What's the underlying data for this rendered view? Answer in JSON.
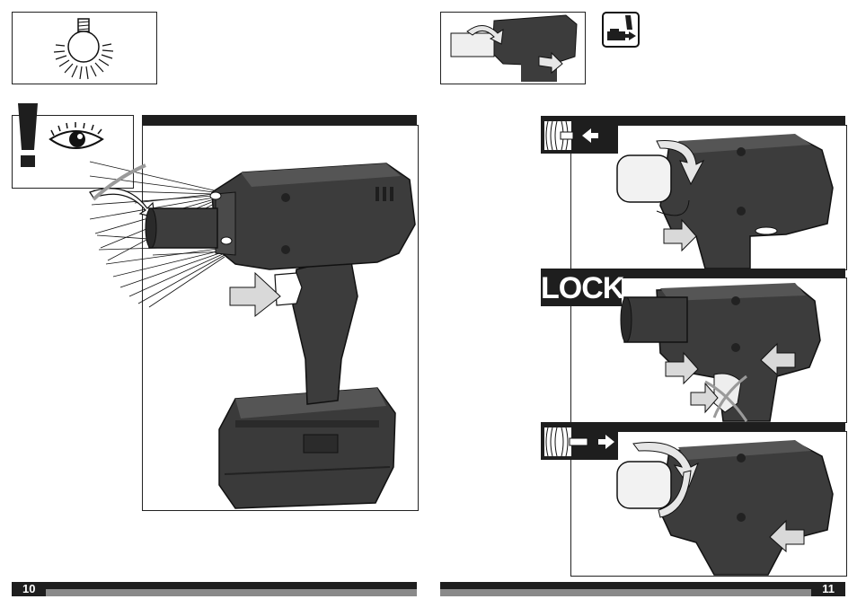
{
  "left_page": {
    "page_number": "10"
  },
  "right_page": {
    "page_number": "11"
  },
  "lock_panel": {
    "label": "LOCK"
  },
  "icons": {
    "lamp": "light-bulb-icon",
    "warning": "exclamation-warning-icon",
    "eye": "eye-icon",
    "battery_insert": "battery-insert-icon",
    "screw_in": "screw-tighten-icon",
    "screw_out": "screw-loosen-icon"
  },
  "colors": {
    "tool_body": "#3c3c3c",
    "ink": "#1e1e1e",
    "page_bar_grey": "#8a8a8a"
  }
}
